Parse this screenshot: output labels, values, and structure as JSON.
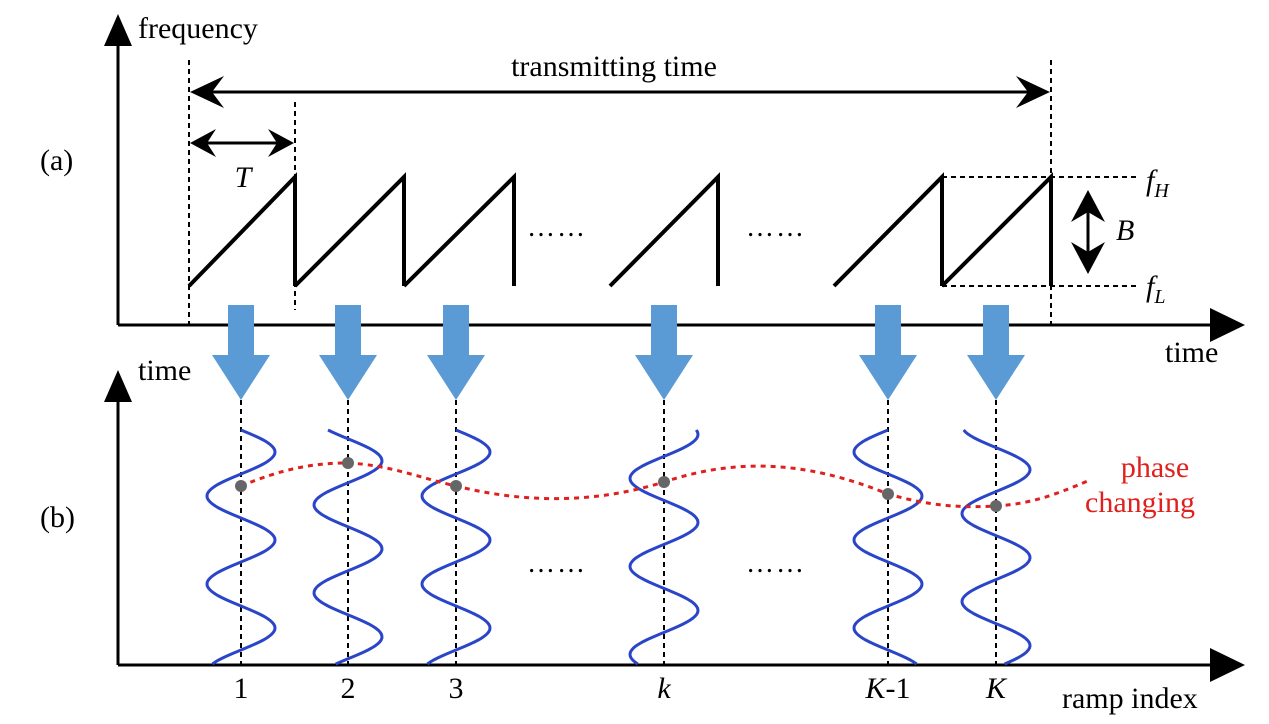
{
  "panel_a": {
    "label": "(a)",
    "y_axis_label": "frequency",
    "x_axis_label": "time",
    "transmitting_label": "transmitting time",
    "period_label": "T",
    "bandwidth_label": "B",
    "f_high_base": "f",
    "f_high_sub": "H",
    "f_low_base": "f",
    "f_low_sub": "L",
    "ellipsis": "……"
  },
  "panel_b": {
    "label": "(b)",
    "y_axis_label": "time",
    "x_axis_label": "ramp index",
    "phase_label_line1": "phase",
    "phase_label_line2": "changing",
    "ellipsis": "……",
    "ramps": [
      {
        "label": "1"
      },
      {
        "label": "2"
      },
      {
        "label": "3"
      },
      {
        "label_italic": "k"
      },
      {
        "label_italic": "K",
        "label_suffix": "-1"
      },
      {
        "label_italic": "K"
      }
    ]
  },
  "colors": {
    "wave": "#2a45c8",
    "phase": "#e0201c",
    "arrow": "#5b9bd5"
  }
}
